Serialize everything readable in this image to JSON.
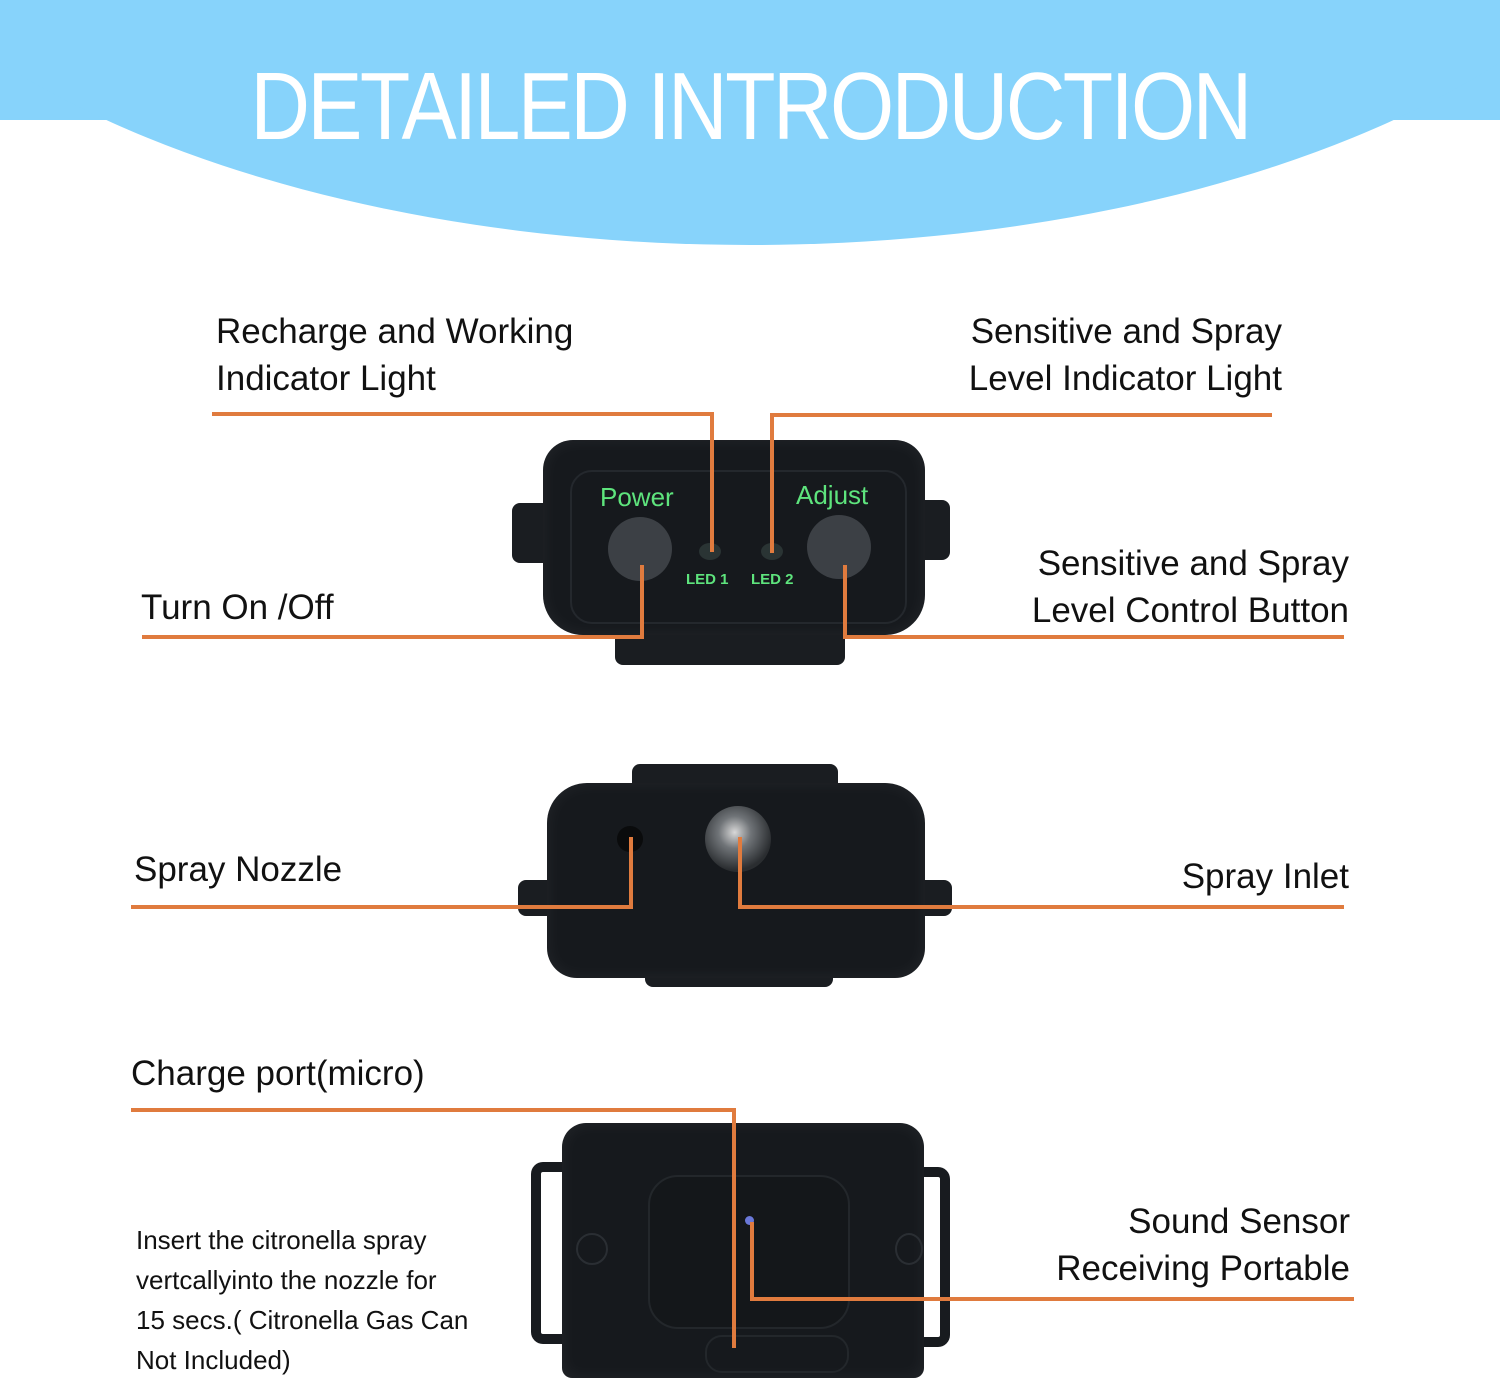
{
  "header": {
    "title": "DETAILED INTRODUCTION",
    "background_color": "#87d3fb"
  },
  "accent_line_color": "#e07b3e",
  "device_front": {
    "power_label": "Power",
    "adjust_label": "Adjust",
    "led1_label": "LED 1",
    "led2_label": "LED 2",
    "callouts": {
      "recharge": "Recharge and Working\nIndicator Light",
      "level_indicator": "Sensitive and Spray\nLevel Indicator Light",
      "turn_on_off": "Turn On /Off",
      "level_button": "Sensitive and Spray\nLevel Control Button"
    }
  },
  "device_side": {
    "callouts": {
      "spray_nozzle": "Spray Nozzle",
      "spray_inlet": "Spray Inlet"
    }
  },
  "device_back": {
    "callouts": {
      "charge_port": "Charge port(micro)",
      "sound_sensor": "Sound Sensor\nReceiving Portable"
    },
    "note": "Insert the citronella spray\nvertcallyinto the nozzle for\n15 secs.( Citronella Gas Can\nNot Included)"
  }
}
